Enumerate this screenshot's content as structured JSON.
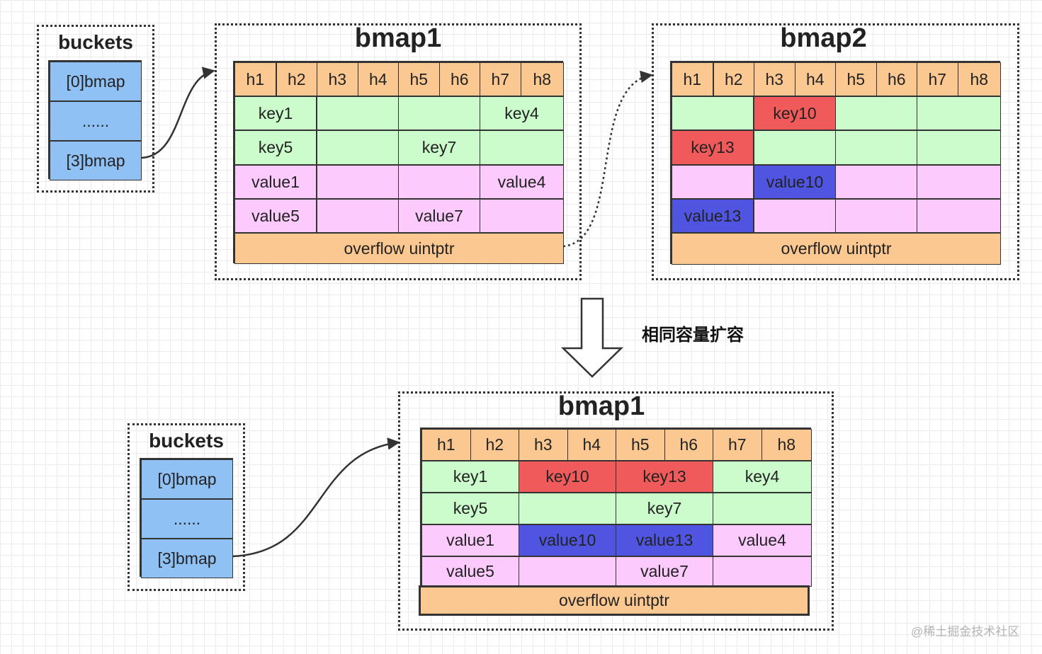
{
  "buckets_top": {
    "title": "buckets",
    "cells": [
      "[0]bmap",
      "......",
      "[3]bmap"
    ]
  },
  "bmap1_top": {
    "title": "bmap1",
    "tophash": [
      "h1",
      "h2",
      "h3",
      "h4",
      "h5",
      "h6",
      "h7",
      "h8"
    ],
    "keys_row1": [
      "key1",
      "",
      "",
      "key4"
    ],
    "keys_row2": [
      "key5",
      "",
      "key7",
      ""
    ],
    "values_row1": [
      "value1",
      "",
      "",
      "value4"
    ],
    "values_row2": [
      "value5",
      "",
      "value7",
      ""
    ],
    "overflow": "overflow uintptr"
  },
  "bmap2_top": {
    "title": "bmap2",
    "tophash": [
      "h1",
      "h2",
      "h3",
      "h4",
      "h5",
      "h6",
      "h7",
      "h8"
    ],
    "keys_row1": [
      "",
      "key10",
      "",
      ""
    ],
    "keys_row2": [
      "key13",
      "",
      "",
      ""
    ],
    "values_row1": [
      "",
      "value10",
      "",
      ""
    ],
    "values_row2": [
      "value13",
      "",
      "",
      ""
    ],
    "overflow": "overflow uintptr"
  },
  "transition_label": "相同容量扩容",
  "buckets_bottom": {
    "title": "buckets",
    "cells": [
      "[0]bmap",
      "......",
      "[3]bmap"
    ]
  },
  "bmap1_bottom": {
    "title": "bmap1",
    "tophash": [
      "h1",
      "h2",
      "h3",
      "h4",
      "h5",
      "h6",
      "h7",
      "h8"
    ],
    "keys_row1": [
      "key1",
      "key10",
      "key13",
      "key4"
    ],
    "keys_row2": [
      "key5",
      "",
      "key7",
      ""
    ],
    "values_row1": [
      "value1",
      "value10",
      "value13",
      "value4"
    ],
    "values_row2": [
      "value5",
      "",
      "value7",
      ""
    ],
    "overflow": "overflow uintptr"
  },
  "watermark": "@稀土掘金技术社区",
  "colors": {
    "bucket_cell": "#8fc1f5",
    "tophash": "#fcc892",
    "key": "#ccfccc",
    "value": "#fccafc",
    "migrated_key": "#f15a5a",
    "migrated_value": "#4f55e0",
    "overflow": "#fcc892"
  }
}
